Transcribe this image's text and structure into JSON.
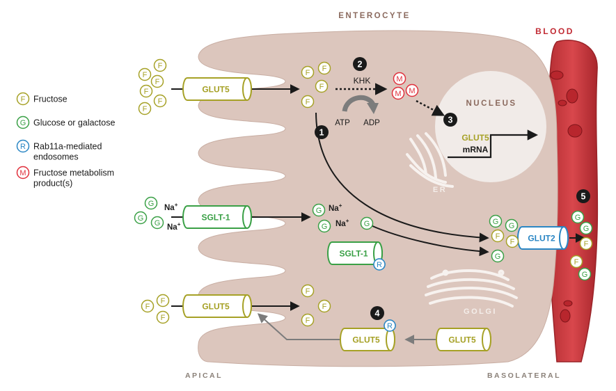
{
  "labels": {
    "enterocyte": "ENTEROCYTE",
    "blood": "BLOOD",
    "apical": "APICAL",
    "basolateral": "BASOLATERAL",
    "nucleus": "NUCLEUS",
    "er": "ER",
    "golgi": "GOLGI",
    "mrna_line1": "GLUT5",
    "mrna_line2": "mRNA",
    "khk": "KHK",
    "atp": "ATP",
    "adp": "ADP",
    "na": "Na",
    "plus": "+"
  },
  "legend": [
    {
      "letter": "F",
      "text_lines": [
        "Fructose"
      ],
      "color": "#a6a126"
    },
    {
      "letter": "G",
      "text_lines": [
        "Glucose or galactose"
      ],
      "color": "#3aa046"
    },
    {
      "letter": "R",
      "text_lines": [
        "Rab11a-mediated",
        "endosomes"
      ],
      "color": "#2a86c4"
    },
    {
      "letter": "M",
      "text_lines": [
        "Fructose metabolism",
        "product(s)"
      ],
      "color": "#e0303c"
    }
  ],
  "transporters": {
    "glut5": "GLUT5",
    "sglt1": "SGLT-1",
    "glut2": "GLUT2"
  },
  "letters": {
    "F": "F",
    "G": "G",
    "R": "R",
    "M": "M"
  },
  "steps": [
    "1",
    "2",
    "3",
    "4",
    "5"
  ],
  "colors": {
    "fructose": "#a6a126",
    "glucose": "#3aa046",
    "rab11a": "#2a86c4",
    "metabolite": "#e0303c",
    "cell": "#dcc6bd",
    "vessel": "#c23a3f",
    "nucleus": "#f1ebe8"
  }
}
